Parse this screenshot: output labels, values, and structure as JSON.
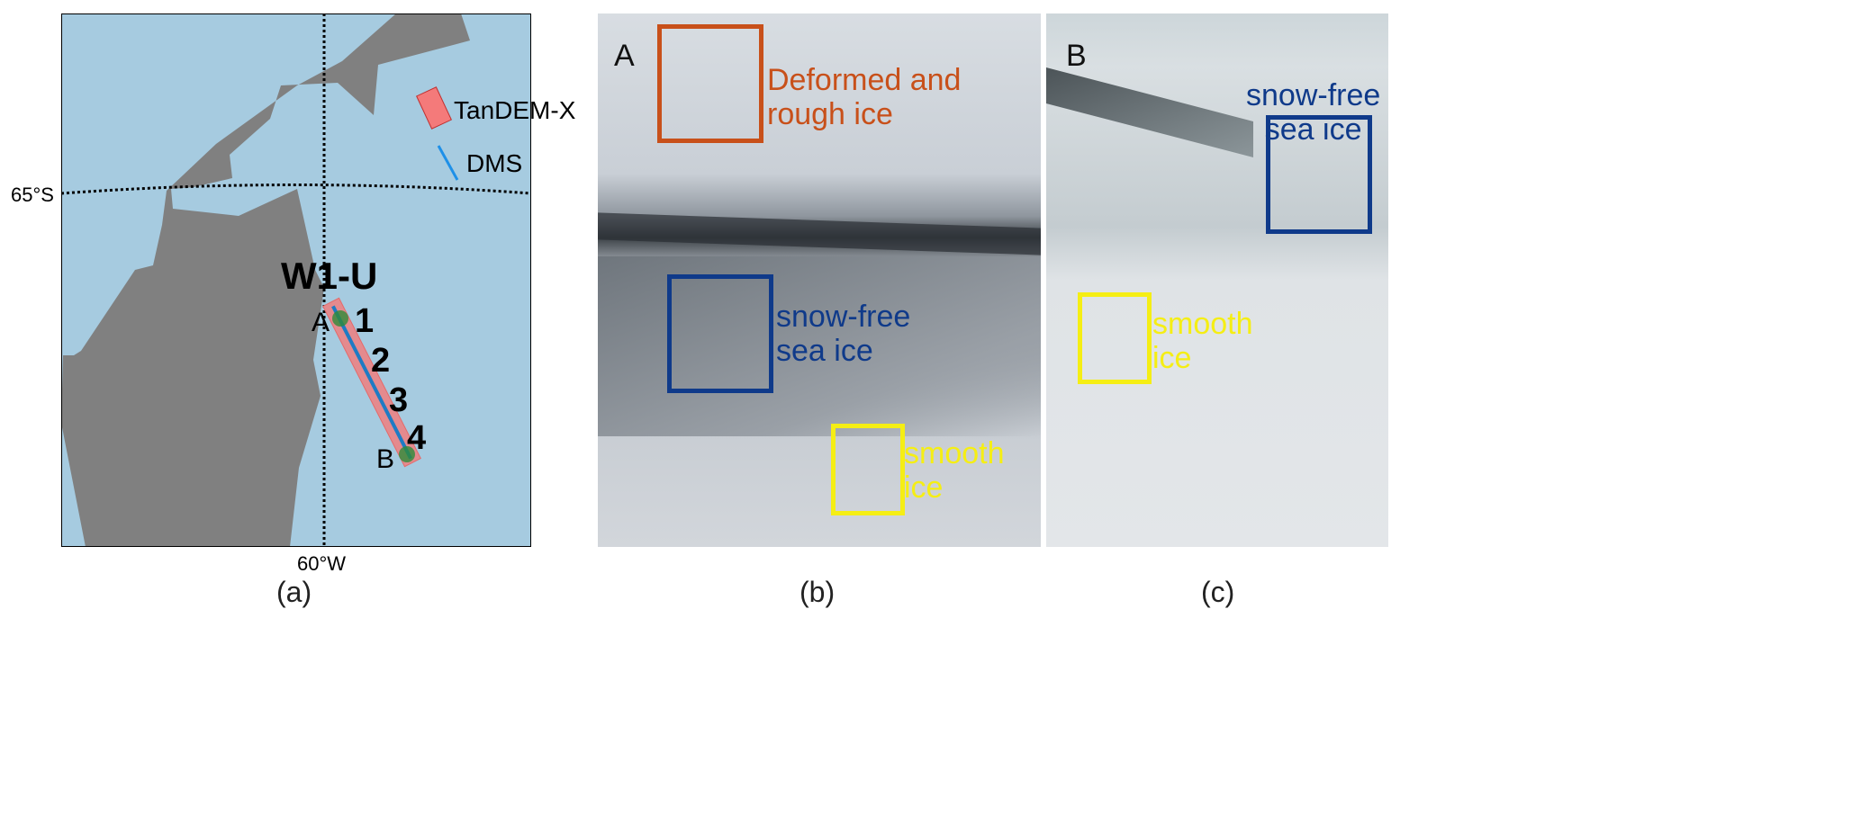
{
  "map": {
    "lat_label": "65°S",
    "lon_label": "60°W",
    "site_label": "W1-U",
    "segments": [
      "1",
      "2",
      "3",
      "4"
    ],
    "point_a": "A",
    "point_b": "B",
    "legend": [
      {
        "label": "TanDEM-X",
        "color": "#f47a7a"
      },
      {
        "label": "DMS",
        "color": "#1e90e8"
      }
    ],
    "colors": {
      "ocean": "#a6cbe0",
      "land": "#808080"
    }
  },
  "panel_b": {
    "letter": "A",
    "annotations": [
      {
        "text": "Deformed and rough ice",
        "line1": "Deformed and",
        "line2": "rough ice",
        "color": "#c8501a"
      },
      {
        "line1": "snow-free",
        "line2": "sea ice",
        "color": "#0f3a8a"
      },
      {
        "line1": "smooth",
        "line2": "ice",
        "color": "#f5ee14"
      }
    ]
  },
  "panel_c": {
    "letter": "B",
    "annotations": [
      {
        "line1": "snow-free",
        "line2": "sea ice",
        "color": "#0f3a8a"
      },
      {
        "line1": "smooth",
        "line2": "ice",
        "color": "#f5ee14"
      }
    ]
  },
  "captions": [
    "(a)",
    "(b)",
    "(c)"
  ]
}
